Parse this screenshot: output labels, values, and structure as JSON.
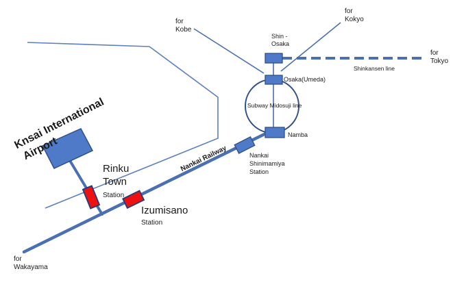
{
  "colors": {
    "line": "#4a6fb3",
    "station_fill": "#4f7ac7",
    "station_stroke": "#2f4f8a",
    "highlight_fill": "#ee1111",
    "highlight_stroke": "#1f3f7a",
    "coast": "#5b7fc0",
    "text": "#1a1a1a"
  },
  "airport": {
    "title_line1": "Knsai International",
    "title_line2": "Airport"
  },
  "stations": {
    "shin_osaka": "Shin -\nOsaka",
    "osaka_umeda": "Osaka(Umeda)",
    "namba": "Namba",
    "nankai_shinimamiya_line1": "Nankai",
    "nankai_shinimamiya_line2": "Shinimamiya",
    "nankai_shinimamiya_line3": "Station",
    "rinku_town_line1": "Rinku",
    "rinku_town_line2": "Town",
    "rinku_town_line3": "Station",
    "izumisano_line1": "Izumisano",
    "izumisano_line2": "Station"
  },
  "lines": {
    "nankai_railway": "Nankai Railway",
    "subway_midosuji": "Subway Midosuji  line",
    "shinkansen": "Shinkansen  line"
  },
  "directions": {
    "kobe_line1": "for",
    "kobe_line2": "Kobe",
    "kyoto_line1": "for",
    "kyoto_line2": "Kokyo",
    "tokyo_line1": "for",
    "tokyo_line2": "Tokyo",
    "wakayama_line1": "for",
    "wakayama_line2": "Wakayama"
  }
}
